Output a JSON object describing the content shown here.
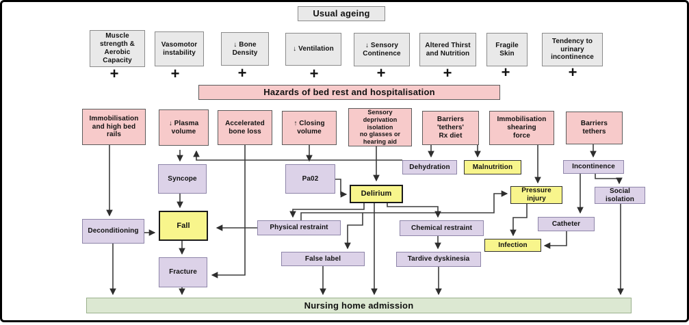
{
  "plus": "+",
  "header": {
    "title": "Usual ageing"
  },
  "ageing": {
    "items": [
      {
        "label": "Muscle\nstrength &\nAerobic\nCapacity"
      },
      {
        "label": "Vasomotor\ninstability"
      },
      {
        "label": "↓ Bone\nDensity"
      },
      {
        "label": "↓ Ventilation"
      },
      {
        "label": "↓ Sensory\nContinence"
      },
      {
        "label": "Altered Thirst\nand Nutrition"
      },
      {
        "label": "Fragile\nSkin"
      },
      {
        "label": "Tendency to\nurinary\nincontinence"
      }
    ]
  },
  "hazards_banner": {
    "label": "Hazards of bed rest and hospitalisation"
  },
  "hazards": {
    "items": [
      {
        "label": "Immobilisation\nand high bed\nrails"
      },
      {
        "label": "↓ Plasma\nvolume"
      },
      {
        "label": "Accelerated\nbone loss"
      },
      {
        "label": "↑ Closing\nvolume"
      },
      {
        "label": "Sensory\ndeprivation\nisolation\nno glasses or\nhearing aid"
      },
      {
        "label": "Barriers\n'tethers'\nRx diet"
      },
      {
        "label": "Immobilisation\nshearing\nforce"
      },
      {
        "label": "Barriers\ntethers"
      }
    ]
  },
  "nodes": {
    "syncope": {
      "label": "Syncope"
    },
    "pa02": {
      "label": "Pa02"
    },
    "dehydration": {
      "label": "Dehydration"
    },
    "malnutrition": {
      "label": "Malnutrition"
    },
    "incontinence": {
      "label": "Incontinence"
    },
    "delirium": {
      "label": "Delirium"
    },
    "pressure_injury": {
      "label": "Pressure\ninjury"
    },
    "social_isolation": {
      "label": "Social\nisolation"
    },
    "deconditioning": {
      "label": "Deconditioning"
    },
    "fall": {
      "label": "Fall"
    },
    "physical_restraint": {
      "label": "Physical restraint"
    },
    "chemical_restraint": {
      "label": "Chemical restraint"
    },
    "catheter": {
      "label": "Catheter"
    },
    "infection": {
      "label": "Infection"
    },
    "false_label": {
      "label": "False label"
    },
    "tardive_dyskinesia": {
      "label": "Tardive dyskinesia"
    },
    "fracture": {
      "label": "Fracture"
    }
  },
  "outcome": {
    "label": "Nursing home admission"
  },
  "colors": {
    "ageing_box": "#e9e9e9",
    "hazard_pink": "#f7caca",
    "node_purple": "#dcd2e8",
    "node_yellow": "#f8f58c",
    "outcome_green": "#dce8d2",
    "arrow": "#3c3c3c"
  },
  "edges": [
    {
      "from": "plasma_volume",
      "to": "syncope"
    },
    {
      "from": "dehydration",
      "to": "plasma_volume"
    },
    {
      "from": "syncope",
      "to": "fall"
    },
    {
      "from": "bed_rails",
      "to": "deconditioning"
    },
    {
      "from": "deconditioning",
      "to": "fall"
    },
    {
      "from": "fall",
      "to": "fracture"
    },
    {
      "from": "deconditioning",
      "to": "nursing_home_admission"
    },
    {
      "from": "fracture",
      "to": "nursing_home_admission"
    },
    {
      "from": "accelerated_bone_loss",
      "to": "fracture"
    },
    {
      "from": "closing_volume",
      "to": "pa02"
    },
    {
      "from": "pa02",
      "to": "delirium"
    },
    {
      "from": "sensory_deprivation",
      "to": "delirium"
    },
    {
      "from": "barriers_rx_diet",
      "to": "dehydration"
    },
    {
      "from": "barriers_rx_diet",
      "to": "malnutrition"
    },
    {
      "from": "shearing_force",
      "to": "pressure_injury"
    },
    {
      "from": "barriers_tethers",
      "to": "incontinence"
    },
    {
      "from": "incontinence",
      "to": "catheter"
    },
    {
      "from": "incontinence",
      "to": "social_isolation"
    },
    {
      "from": "delirium",
      "to": "physical_restraint"
    },
    {
      "from": "physical_restraint",
      "to": "pressure_injury"
    },
    {
      "from": "physical_restraint",
      "to": "false_label"
    },
    {
      "from": "physical_restraint",
      "to": "fall"
    },
    {
      "from": "delirium",
      "to": "nursing_home_admission"
    },
    {
      "from": "delirium",
      "to": "chemical_restraint"
    },
    {
      "from": "chemical_restraint",
      "to": "tardive_dyskinesia"
    },
    {
      "from": "tardive_dyskinesia",
      "to": "nursing_home_admission"
    },
    {
      "from": "false_label",
      "to": "nursing_home_admission"
    },
    {
      "from": "pressure_injury",
      "to": "infection"
    },
    {
      "from": "catheter",
      "to": "infection"
    },
    {
      "from": "social_isolation",
      "to": "nursing_home_admission"
    }
  ]
}
